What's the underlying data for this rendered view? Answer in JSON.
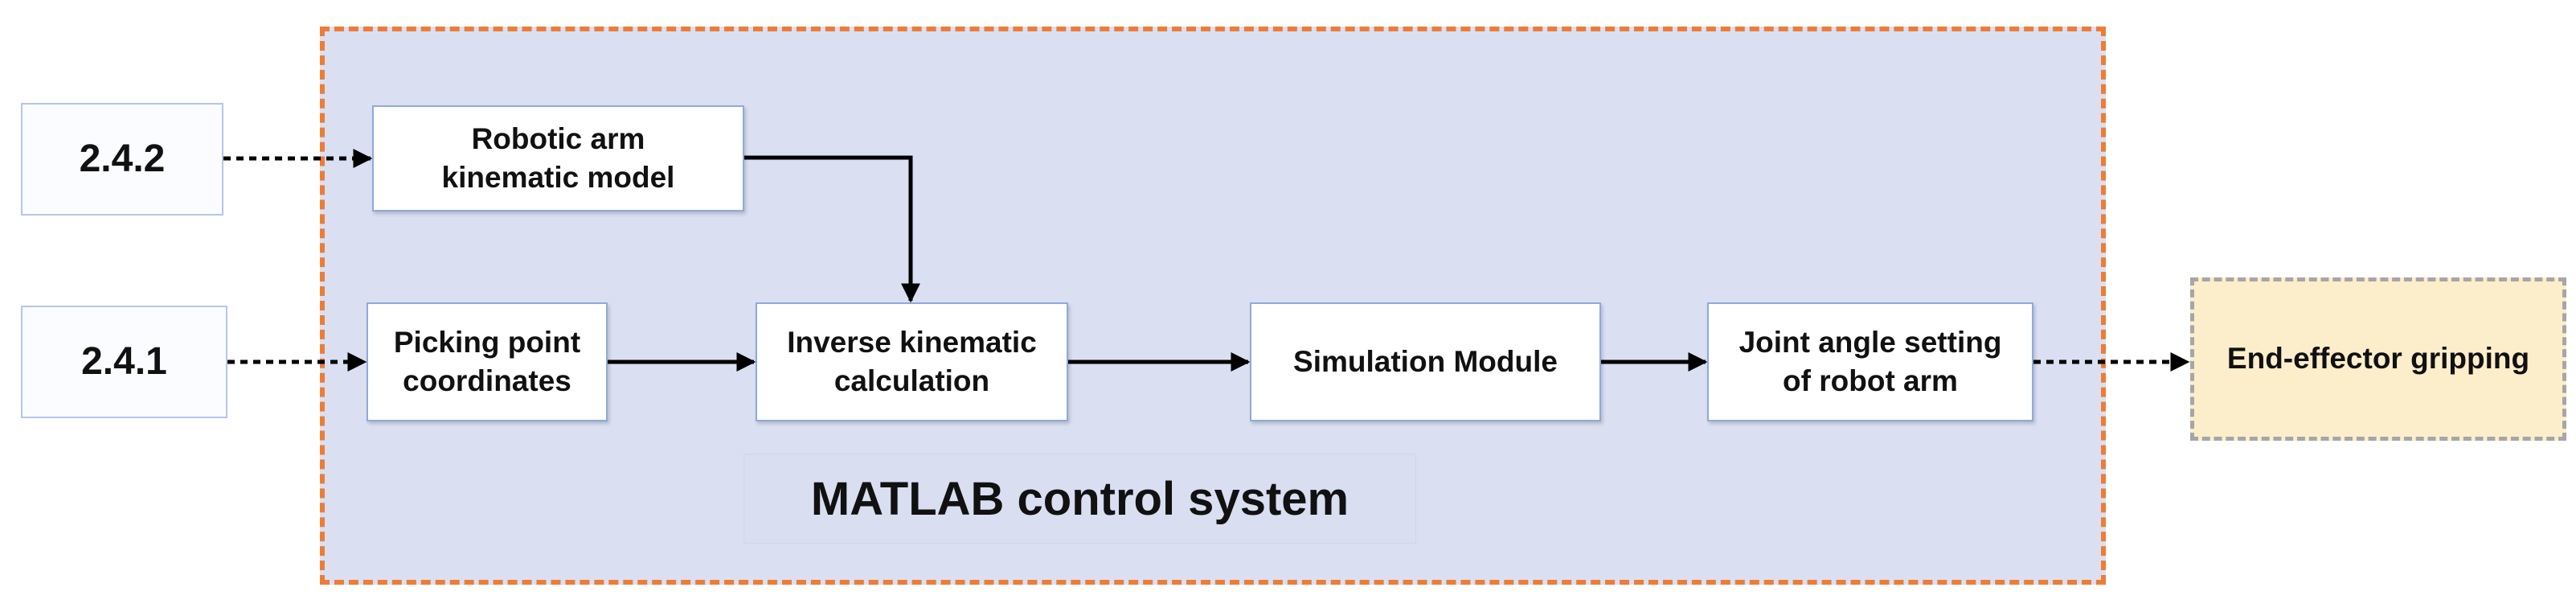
{
  "inputs": {
    "ref_242": "2.4.2",
    "ref_241": "2.4.1"
  },
  "blocks": {
    "kinematic_model": "Robotic arm\nkinematic model",
    "picking_point": "Picking point\ncoordinates",
    "inverse_kinematic": "Inverse kinematic\ncalculation",
    "simulation": "Simulation Module",
    "joint_angle": "Joint angle setting\nof robot arm"
  },
  "output": {
    "end_effector": "End-effector gripping"
  },
  "system": {
    "label": "MATLAB control system"
  },
  "colors": {
    "container_fill": "#dae0f2",
    "container_border": "#ee7c35",
    "box_border": "#8faadc",
    "output_fill": "#fdeecb",
    "output_border": "#a6a6a6"
  }
}
